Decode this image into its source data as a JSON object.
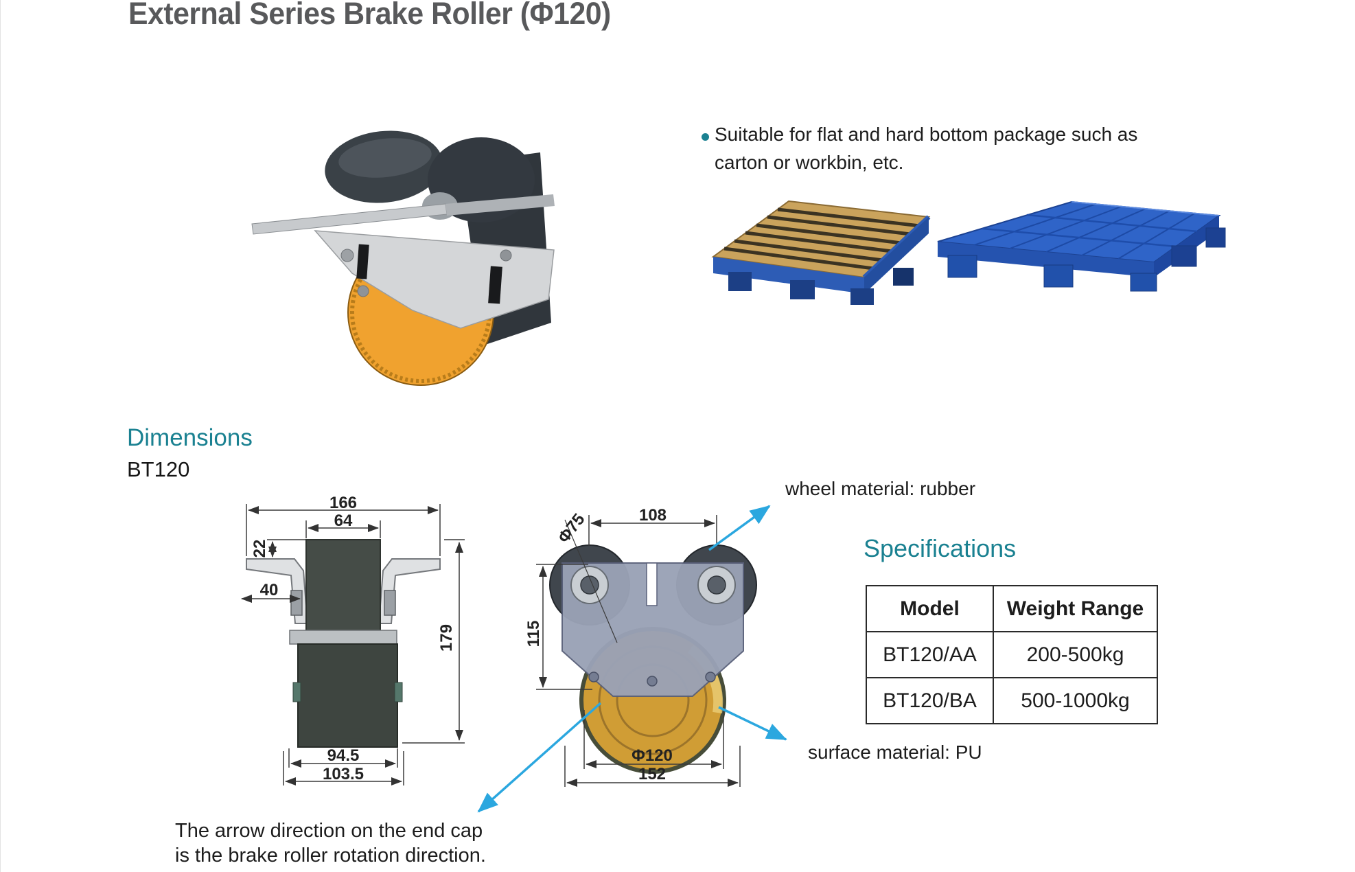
{
  "page": {
    "title": "External Series Brake Roller (Φ120)",
    "bullet_line1": "Suitable for flat and hard bottom package such as",
    "bullet_line2": "carton or workbin, etc.",
    "dimensions_heading": "Dimensions",
    "model_code": "BT120",
    "specifications_heading": "Specifications",
    "wheel_material_note": "wheel material: rubber",
    "surface_material_note": "surface material: PU",
    "footnote_line1": "The arrow direction on the end cap",
    "footnote_line2": "is the brake roller rotation direction."
  },
  "drawing": {
    "side_view": {
      "overall_width": "166",
      "roller_width": "64",
      "flange_offset": "22",
      "flange_length": "40",
      "overall_height": "179",
      "inner_base_width": "94.5",
      "outer_base_width": "103.5"
    },
    "front_view": {
      "top_roller_diameter": "Φ75",
      "roller_center_distance": "108",
      "axle_height": "115",
      "wheel_diameter": "Φ120",
      "overall_width": "152"
    }
  },
  "spec_table": {
    "headers": [
      "Model",
      "Weight Range"
    ],
    "rows": [
      {
        "model": "BT120/AA",
        "weight_range": "200-500kg"
      },
      {
        "model": "BT120/BA",
        "weight_range": "500-1000kg"
      }
    ]
  },
  "colors": {
    "accent_teal": "#1a8191",
    "arrow_blue": "#2ba7df",
    "title_gray": "#58595b"
  }
}
